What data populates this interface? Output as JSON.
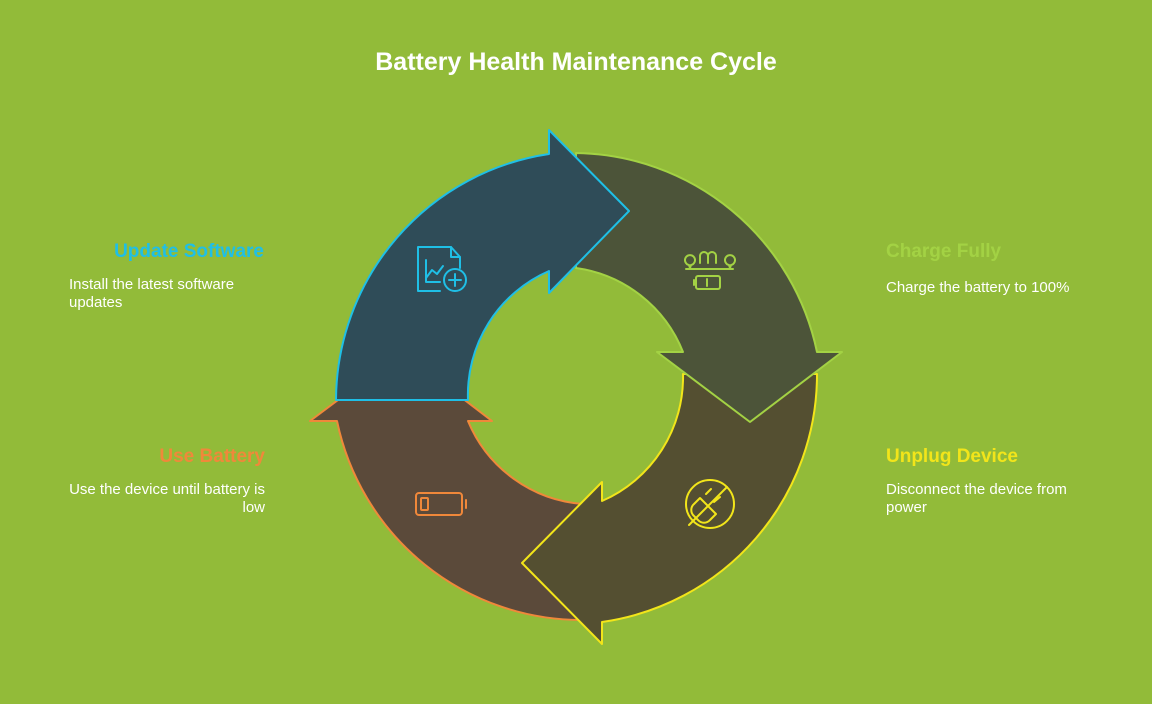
{
  "title": "Battery Health Maintenance Cycle",
  "colors": {
    "background": "#92bb39",
    "update_software": "#1fbfe6",
    "charge_fully": "#a3d244",
    "unplug_device": "#f2e51a",
    "use_battery": "#f0883a"
  },
  "steps": [
    {
      "id": "update_software",
      "title": "Update Software",
      "description": "Install the latest software updates",
      "icon": "document-chart-plus-icon"
    },
    {
      "id": "charge_fully",
      "title": "Charge Fully",
      "description": "Charge the battery to 100%",
      "icon": "battery-charging-icon"
    },
    {
      "id": "unplug_device",
      "title": "Unplug Device",
      "description": "Disconnect the device from power",
      "icon": "unplug-icon"
    },
    {
      "id": "use_battery",
      "title": "Use Battery",
      "description": "Use the device until battery is low",
      "icon": "battery-low-icon"
    }
  ]
}
